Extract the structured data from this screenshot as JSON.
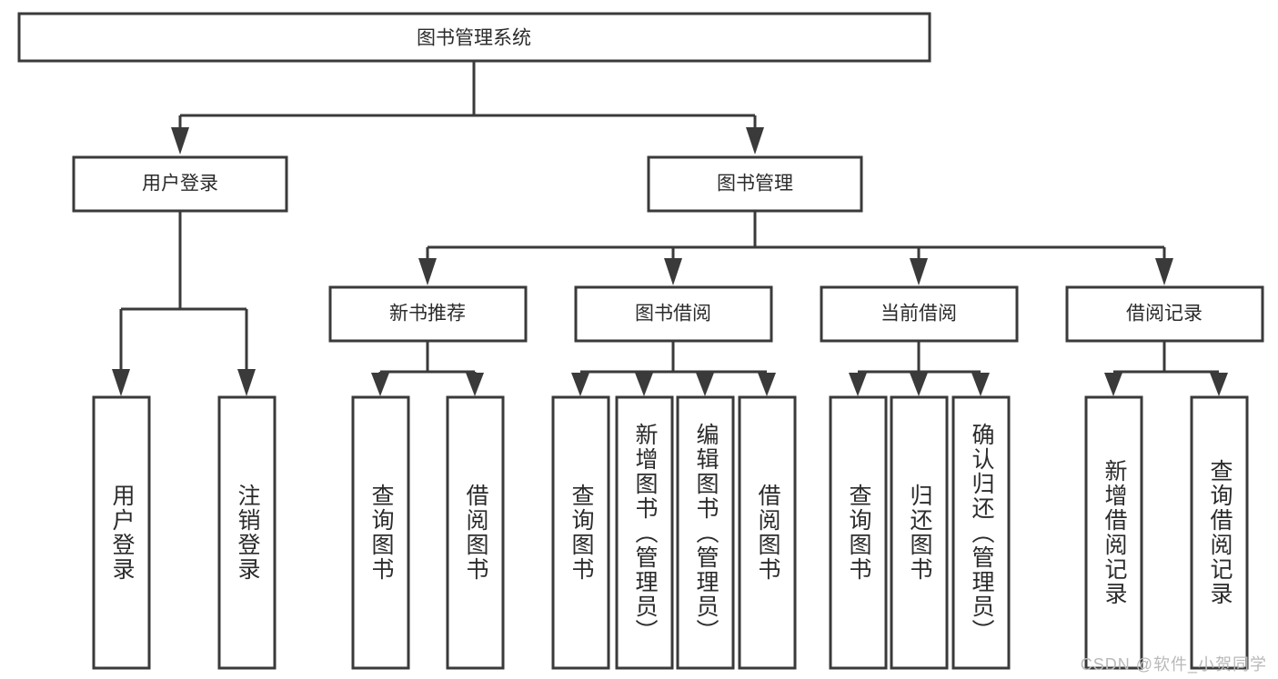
{
  "diagram": {
    "title": "图书管理系统",
    "watermark": "CSDN @软件_小贺同学",
    "colors": {
      "stroke": "#3a3a3a",
      "fill": "#ffffff",
      "text": "#2b2b2b",
      "watermark": "#b9b9b9"
    },
    "root": {
      "label": "图书管理系统"
    },
    "level2": [
      {
        "label": "用户登录"
      },
      {
        "label": "图书管理"
      }
    ],
    "level3": [
      {
        "label": "新书推荐"
      },
      {
        "label": "图书借阅"
      },
      {
        "label": "当前借阅"
      },
      {
        "label": "借阅记录"
      }
    ],
    "leaves": {
      "user_login": [
        {
          "label": "用户登录"
        },
        {
          "label": "注销登录"
        }
      ],
      "new_book_recommend": [
        {
          "label": "查询图书"
        },
        {
          "label": "借阅图书"
        }
      ],
      "book_borrow": [
        {
          "label": "查询图书"
        },
        {
          "label": "新增图书（管理员）"
        },
        {
          "label": "编辑图书（管理员）"
        },
        {
          "label": "借阅图书"
        }
      ],
      "current_borrow": [
        {
          "label": "查询图书"
        },
        {
          "label": "归还图书"
        },
        {
          "label": "确认归还（管理员）"
        }
      ],
      "borrow_record": [
        {
          "label": "新增借阅记录"
        },
        {
          "label": "查询借阅记录"
        }
      ]
    }
  }
}
